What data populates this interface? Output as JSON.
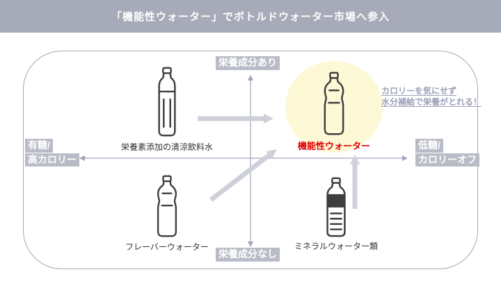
{
  "header": {
    "title": "「機能性ウォーター」でボトルドウォーター市場へ参入"
  },
  "axes": {
    "top_label": "栄養成分あり",
    "bottom_label": "栄養成分なし",
    "left_label_line1": "有糖/",
    "left_label_line2": "高カロリー",
    "right_label_line1": "低糖/",
    "right_label_line2": "カロリーオフ"
  },
  "items": [
    {
      "id": "nutrient-added-soft-drink",
      "label": "栄養素添加の清涼飲料水",
      "icon": "pet-bottle-vertical-lines-icon",
      "quadrant": "top-left"
    },
    {
      "id": "functional-water",
      "label": "機能性ウォーター",
      "icon": "contour-bottle-icon",
      "quadrant": "top-right",
      "highlighted": true
    },
    {
      "id": "flavor-water",
      "label": "フレーバーウォーター",
      "icon": "contour-bottle-icon",
      "quadrant": "bottom-left"
    },
    {
      "id": "mineral-water",
      "label": "ミネラルウォーター類",
      "icon": "labeled-bottle-icon",
      "quadrant": "bottom-right"
    }
  ],
  "annotation": {
    "line1": "カロリーを気にせず",
    "line2": "水分補給で栄養がとれる！"
  },
  "colors": {
    "header_bg": "#a7aab8",
    "badge_bg": "#b9bcc6",
    "axis_line": "#9fa4ba",
    "entry_arrow": "#cfd1da",
    "highlight_circle": "#fdf8d6",
    "highlight_text": "#dd0000",
    "annotation_text": "#9aa0b8",
    "bottle_stroke": "#3e3e3e",
    "label_text": "#333333"
  }
}
